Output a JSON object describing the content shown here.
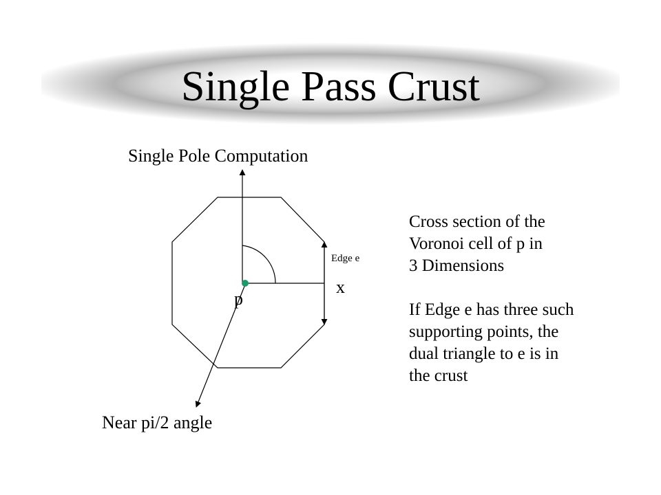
{
  "slide": {
    "title": "Single Pass Crust"
  },
  "diagram": {
    "pole_caption": "Single Pole Computation",
    "angle_caption": "Near pi/2 angle",
    "edge_label": "Edge e",
    "x_label": "x",
    "point_label": "p",
    "point_color": "#1a9a6a"
  },
  "side_text": {
    "para1": [
      "Cross section of the",
      "Voronoi cell of p in",
      "3 Dimensions"
    ],
    "para2": [
      "If Edge e has three such",
      "supporting points, the",
      "dual triangle to e is in",
      "the crust"
    ]
  }
}
